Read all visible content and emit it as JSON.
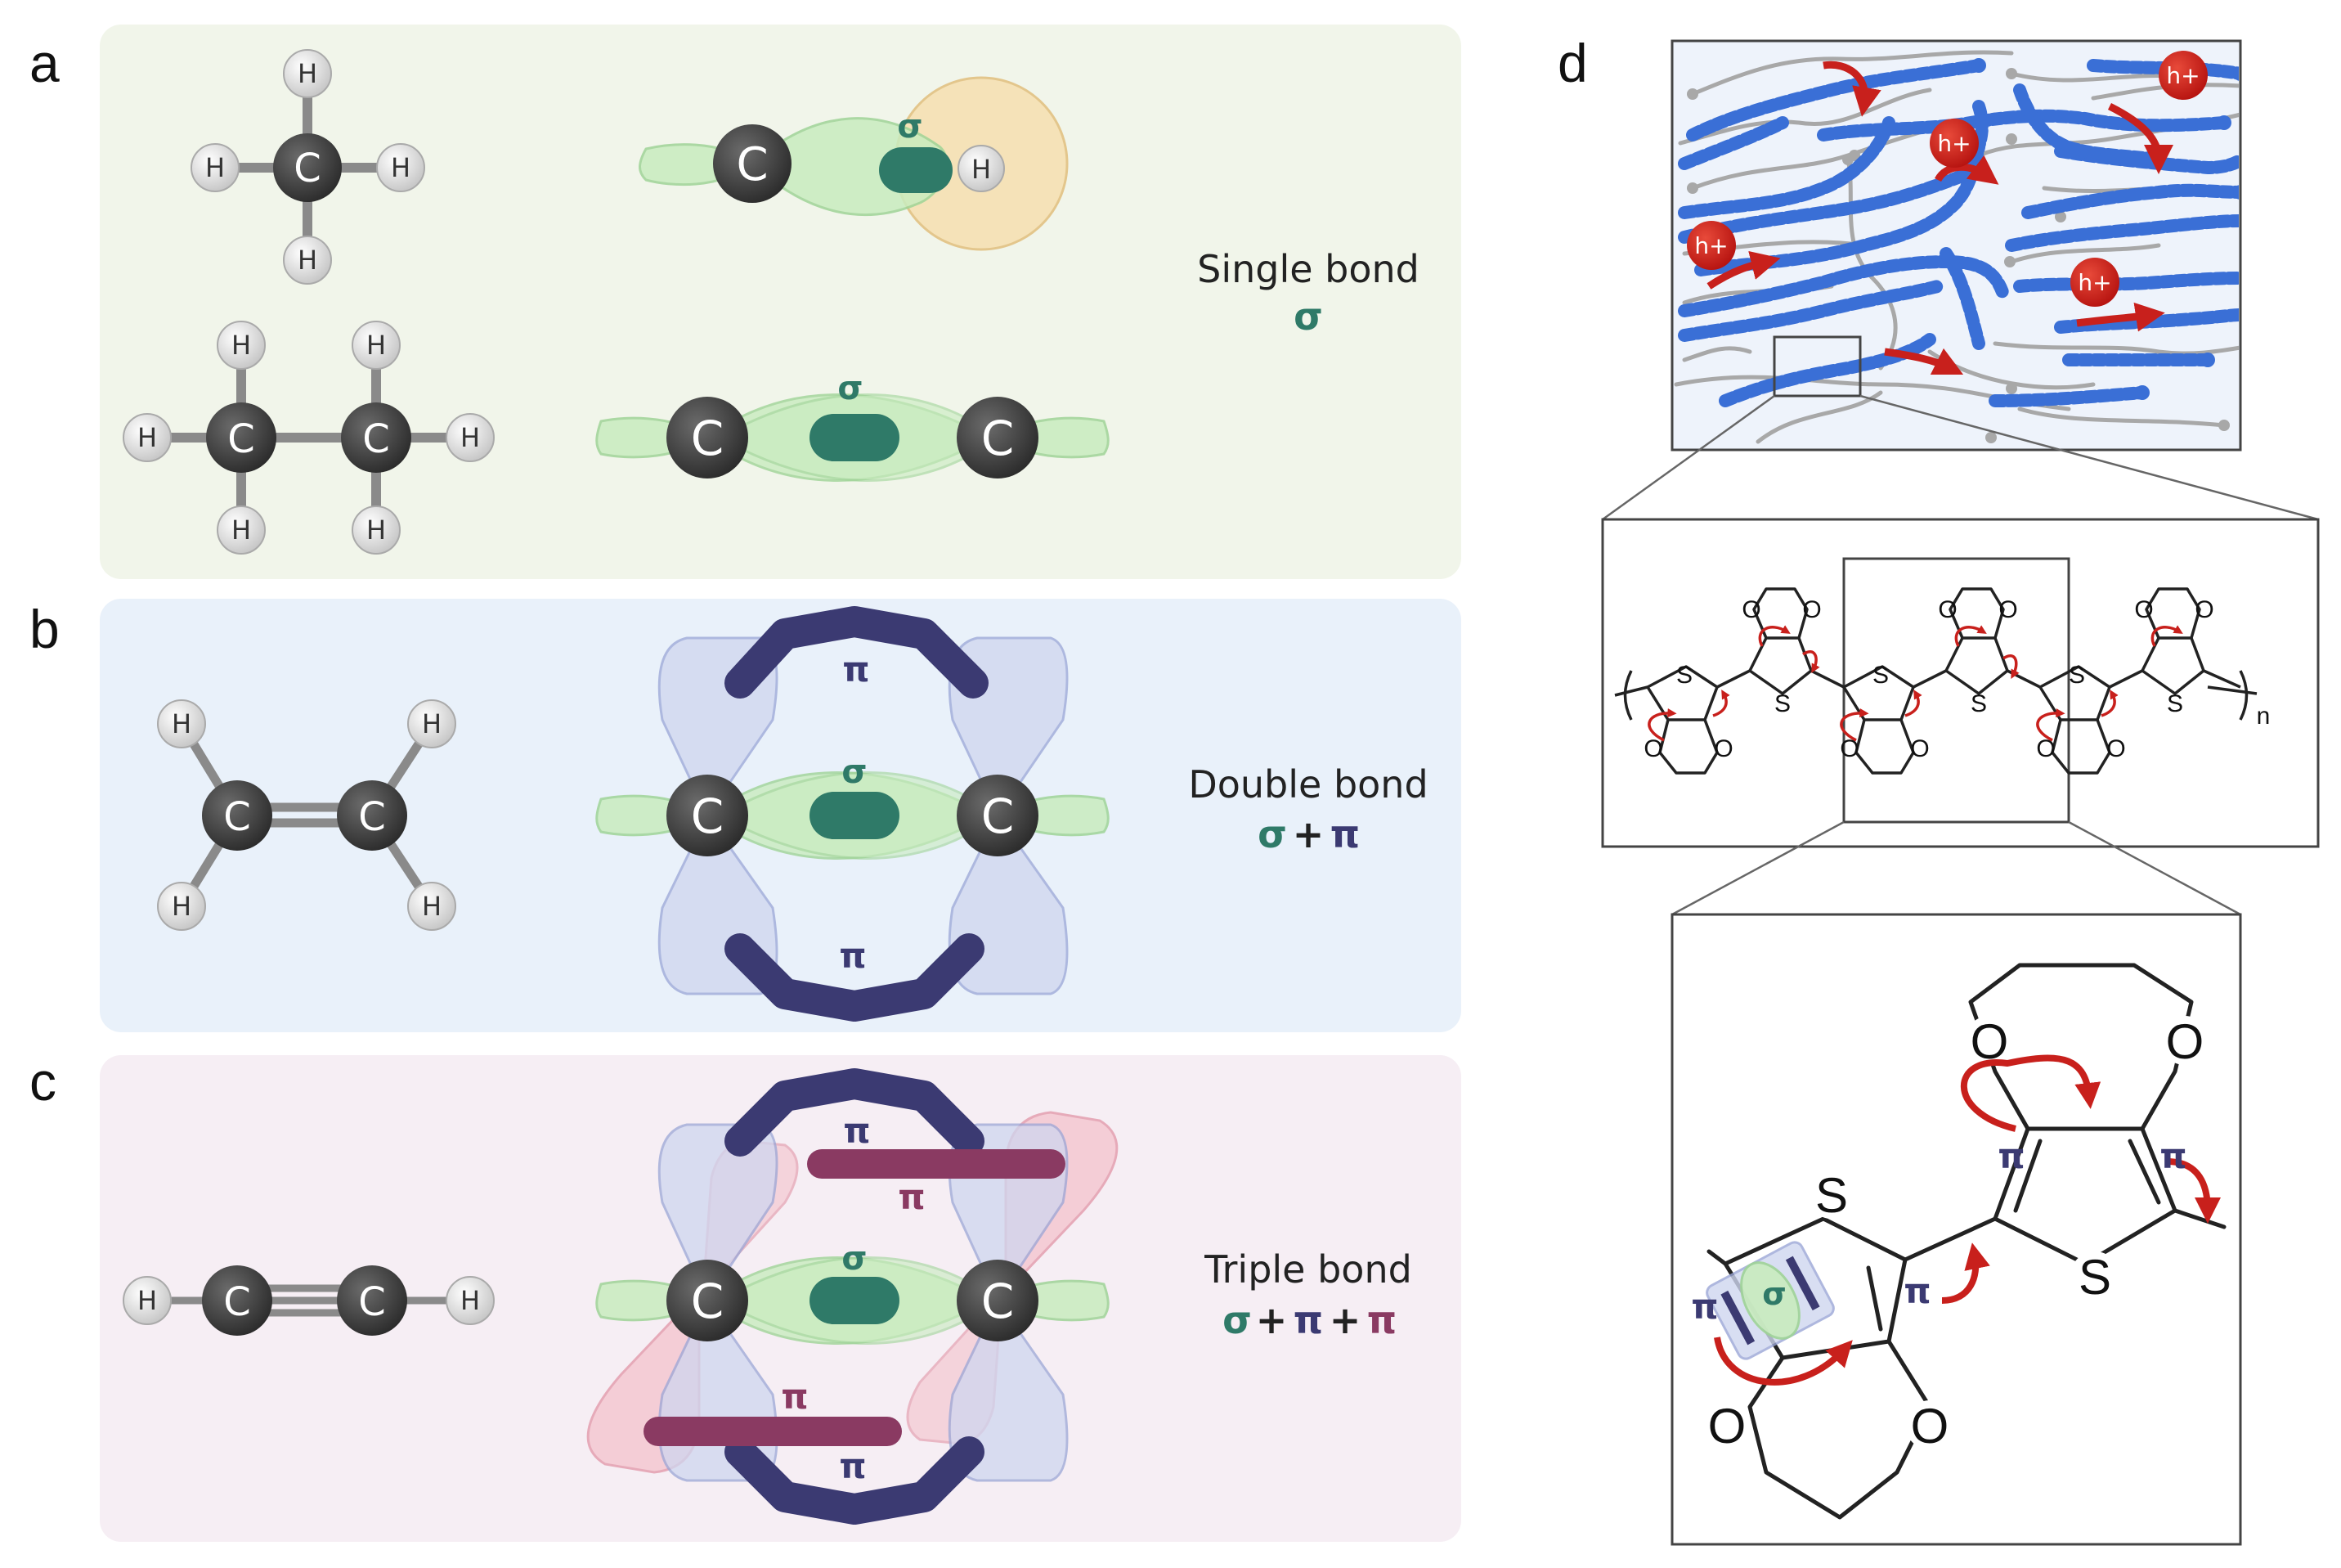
{
  "panels": {
    "a": {
      "label": "a",
      "title": "Single bond",
      "formula": [
        "σ"
      ]
    },
    "b": {
      "label": "b",
      "title": "Double bond",
      "formula": [
        "σ",
        "+",
        "π"
      ]
    },
    "c": {
      "label": "c",
      "title": "Triple bond",
      "formula": [
        "σ",
        "+",
        "π",
        "+",
        "π"
      ]
    },
    "d": {
      "label": "d"
    }
  },
  "atoms": {
    "carbon": "C",
    "hydrogen": "H"
  },
  "orbital_labels": {
    "sigma": "σ",
    "pi": "π"
  },
  "hole_label": "h+",
  "polymer": {
    "sulfur": "S",
    "oxygen": "O",
    "repeat_unit": "n"
  },
  "colors": {
    "panel_a_bg": "#f1f5ea",
    "panel_b_bg": "#e9f1fa",
    "panel_c_bg": "#f6eef4",
    "sigma_lobe": "#c9ecbf",
    "sigma_bond": "#2f7a68",
    "pi_lobe_blue": "#cfd6ef",
    "pi_bond_blue": "#3b3a72",
    "pi_lobe_pink": "#f4c6cf",
    "pi_bond_pink": "#8a3a62",
    "carbon": "#444444",
    "hydrogen": "#dddddd",
    "hole": "#c81e1e",
    "chain_blue": "#3a6fd6",
    "chain_gray": "#9d9d9d",
    "arrow_red": "#c8201c"
  }
}
